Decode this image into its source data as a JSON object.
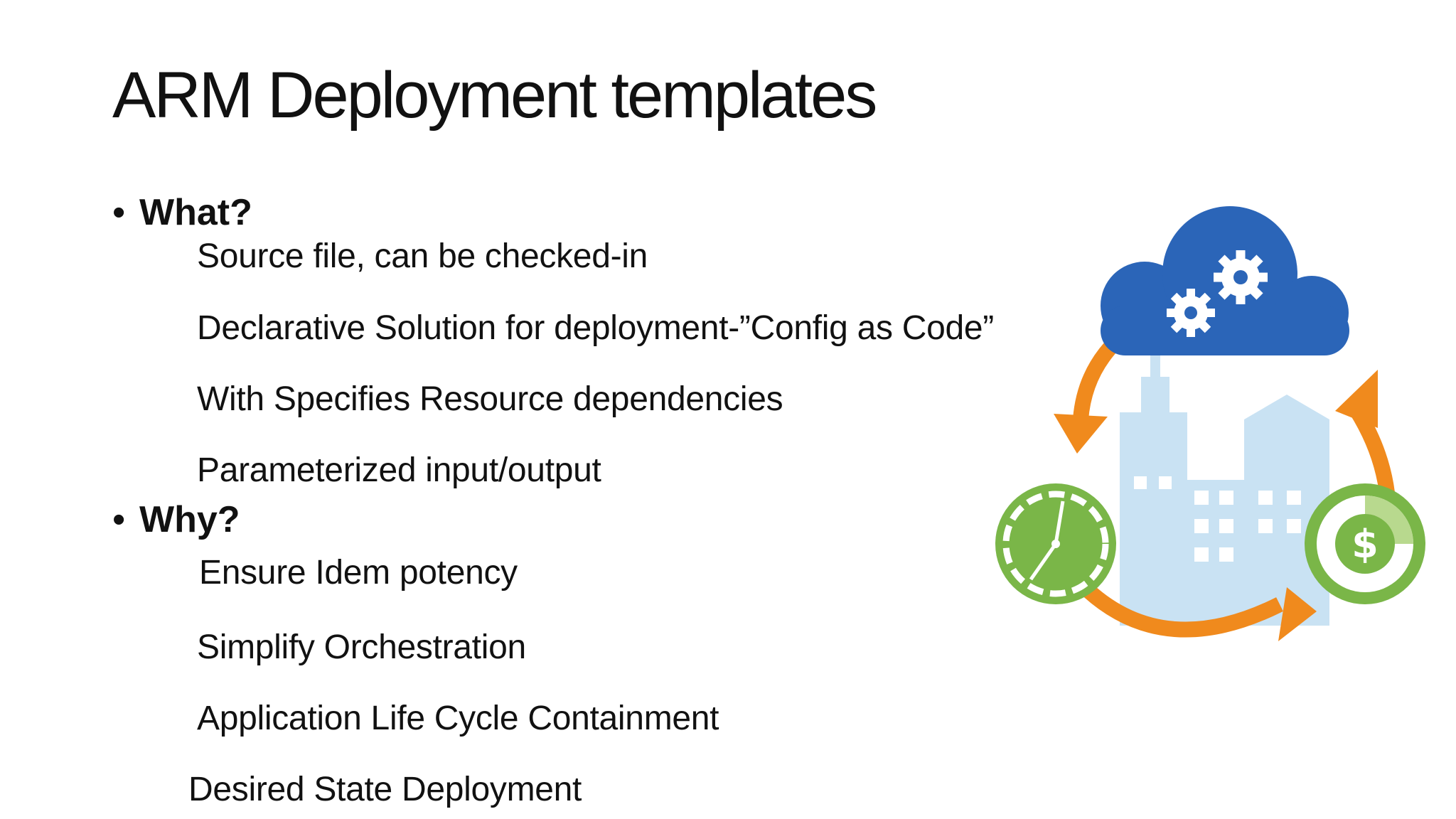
{
  "slide": {
    "title": "ARM Deployment templates",
    "sections": [
      {
        "heading": "What?",
        "items": [
          "Source file, can be checked-in",
          "Declarative Solution for deployment-”Config as Code”",
          "With Specifies Resource dependencies",
          "Parameterized input/output"
        ]
      },
      {
        "heading": "Why?",
        "items": [
          "Ensure Idem potency",
          "Simplify Orchestration",
          "Application Life Cycle Containment",
          "Desired State Deployment"
        ]
      }
    ],
    "bullet_glyph": "•",
    "illustration": {
      "icons": [
        "cloud-icon",
        "gear-icon",
        "clock-icon",
        "dollar-icon",
        "city-skyline-icon",
        "cycle-arrows-icon"
      ],
      "dollar_symbol": "$",
      "colors": {
        "cloud": "#2b65b8",
        "arrows": "#f08a1d",
        "green": "#7ab648",
        "buildings": "#c9e2f3"
      }
    }
  }
}
